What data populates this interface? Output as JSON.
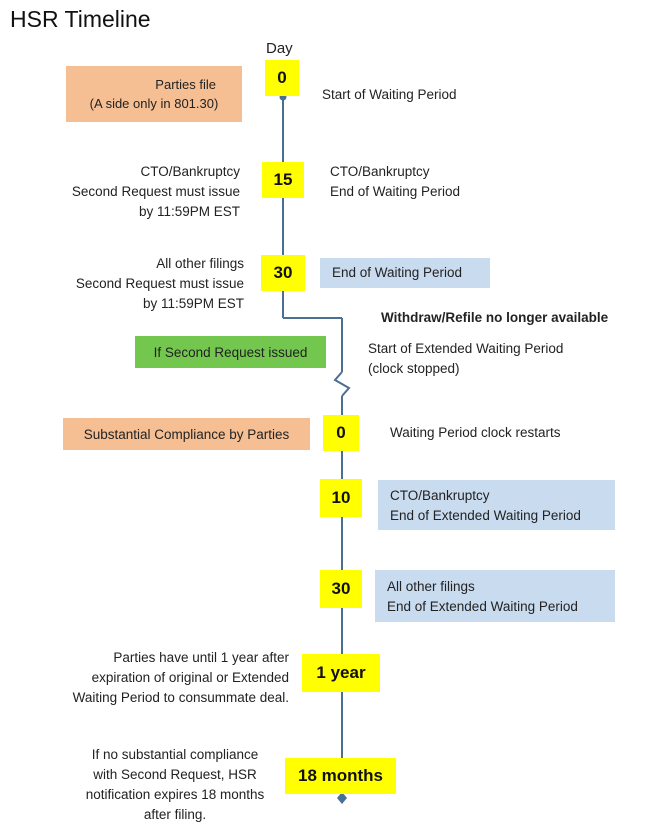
{
  "title": "HSR Timeline",
  "day_label": "Day",
  "markers": {
    "day0": "0",
    "day15": "15",
    "day30": "30",
    "restart0": "0",
    "day10": "10",
    "day30b": "30",
    "one_year": "1 year",
    "eighteen_months": "18 months"
  },
  "left": {
    "parties_file_line1": "Parties file",
    "parties_file_line2": "(A side only in 801.30)",
    "cto_left_line1": "CTO/Bankruptcy",
    "cto_left_line2": "Second Request must issue",
    "cto_left_line3": "by 11:59PM EST",
    "other_left_line1": "All other filings",
    "other_left_line2": "Second Request must issue",
    "other_left_line3": "by 11:59PM EST",
    "second_request": "If Second Request issued",
    "substantial_compliance": "Substantial Compliance by Parties",
    "one_year_line1": "Parties have until 1 year after",
    "one_year_line2": "expiration of original or Extended",
    "one_year_line3": "Waiting Period to consummate deal.",
    "no_compliance_line1": "If no substantial compliance",
    "no_compliance_line2": "with Second Request, HSR",
    "no_compliance_line3": "notification expires 18 months",
    "no_compliance_line4": "after filing."
  },
  "right": {
    "start_waiting": "Start of Waiting Period",
    "cto_right_line1": "CTO/Bankruptcy",
    "cto_right_line2": "End of Waiting Period",
    "end_waiting": "End of Waiting Period",
    "withdraw_refile": "Withdraw/Refile no longer available",
    "start_extended_line1": "Start of Extended Waiting Period",
    "start_extended_line2": "(clock stopped)",
    "clock_restarts": "Waiting Period clock restarts",
    "cto_ext_line1": "CTO/Bankruptcy",
    "cto_ext_line2": "End of Extended Waiting Period",
    "other_ext_line1": "All other filings",
    "other_ext_line2": "End of Extended Waiting Period"
  },
  "colors": {
    "marker": "#ffff00",
    "orange": "#f6bf93",
    "blue": "#c9dbef",
    "green": "#73c74f",
    "line": "#4a6f92"
  }
}
